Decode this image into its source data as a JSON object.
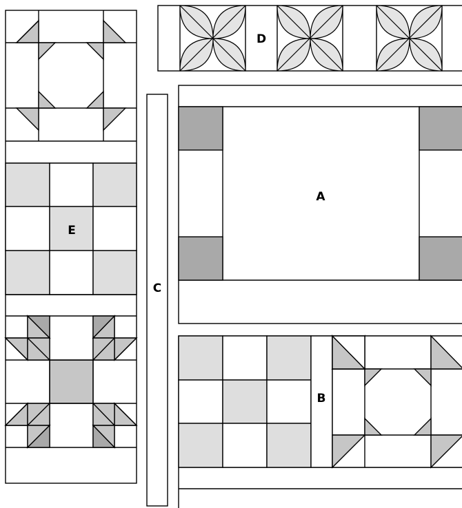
{
  "labels": {
    "a": "A",
    "b": "B",
    "c": "C",
    "d": "D",
    "e": "E"
  },
  "colors": {
    "fabric_dark": "#a9a9a9",
    "fabric_medium": "#c6c6c6",
    "fabric_light": "#dedede",
    "petal": "#e4e4e4",
    "background": "#ffffff",
    "outline": "#000000"
  }
}
